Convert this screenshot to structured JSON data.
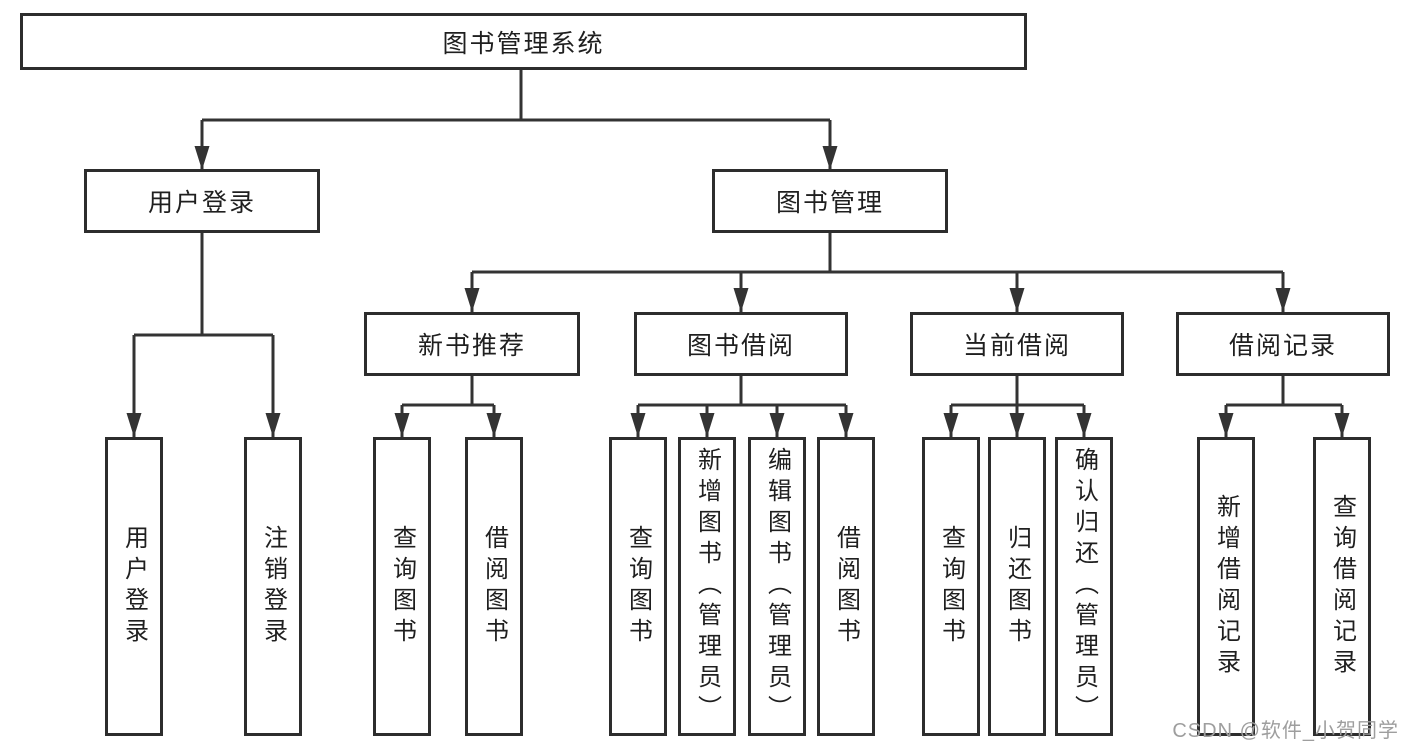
{
  "tree": {
    "root": {
      "label": "图书管理系统"
    },
    "branches": [
      {
        "label": "用户登录",
        "children": [
          {
            "label": "用户登录"
          },
          {
            "label": "注销登录"
          }
        ]
      },
      {
        "label": "图书管理",
        "children": [
          {
            "label": "新书推荐",
            "children": [
              {
                "label": "查询图书"
              },
              {
                "label": "借阅图书"
              }
            ]
          },
          {
            "label": "图书借阅",
            "children": [
              {
                "label": "查询图书"
              },
              {
                "label": "新增图书（管理员）"
              },
              {
                "label": "编辑图书（管理员）"
              },
              {
                "label": "借阅图书"
              }
            ]
          },
          {
            "label": "当前借阅",
            "children": [
              {
                "label": "查询图书"
              },
              {
                "label": "归还图书"
              },
              {
                "label": "确认归还（管理员）"
              }
            ]
          },
          {
            "label": "借阅记录",
            "children": [
              {
                "label": "新增借阅记录"
              },
              {
                "label": "查询借阅记录"
              }
            ]
          }
        ]
      }
    ]
  },
  "watermark": {
    "text": "CSDN @软件_小贺同学"
  },
  "colors": {
    "line": "#333333",
    "box_border": "#2d2d2d",
    "text": "#1f1f1f",
    "watermark": "#9e9e9e",
    "background": "#ffffff"
  }
}
